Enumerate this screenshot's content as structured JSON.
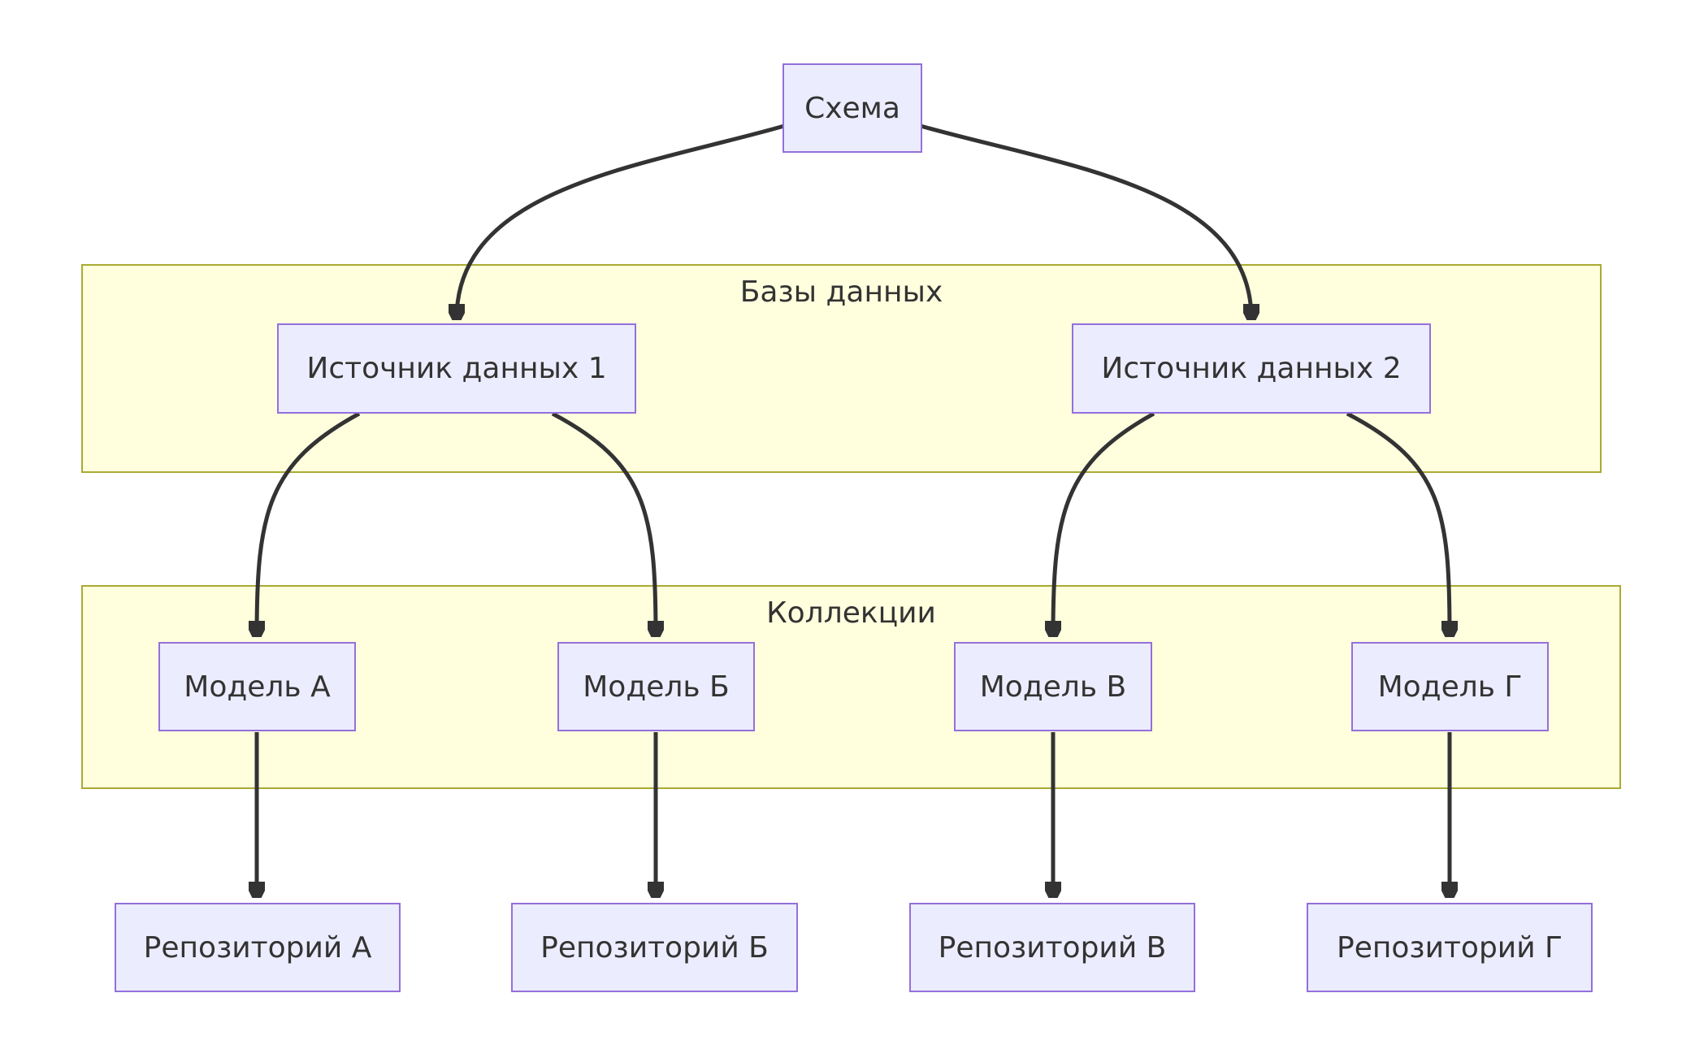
{
  "diagram": {
    "type": "flowchart",
    "clusters": [
      {
        "id": "databases",
        "label": "Базы данных"
      },
      {
        "id": "collections",
        "label": "Коллекции"
      }
    ],
    "nodes": [
      {
        "id": "schema",
        "label": "Схема"
      },
      {
        "id": "ds1",
        "label": "Источник данных 1"
      },
      {
        "id": "ds2",
        "label": "Источник данных 2"
      },
      {
        "id": "modelA",
        "label": "Модель А"
      },
      {
        "id": "modelB",
        "label": "Модель Б"
      },
      {
        "id": "modelC",
        "label": "Модель В"
      },
      {
        "id": "modelD",
        "label": "Модель Г"
      },
      {
        "id": "repoA",
        "label": "Репозиторий А"
      },
      {
        "id": "repoB",
        "label": "Репозиторий Б"
      },
      {
        "id": "repoC",
        "label": "Репозиторий В"
      },
      {
        "id": "repoD",
        "label": "Репозиторий Г"
      }
    ],
    "edges": [
      {
        "from": "schema",
        "to": "ds1"
      },
      {
        "from": "schema",
        "to": "ds2"
      },
      {
        "from": "ds1",
        "to": "modelA"
      },
      {
        "from": "ds1",
        "to": "modelB"
      },
      {
        "from": "ds2",
        "to": "modelC"
      },
      {
        "from": "ds2",
        "to": "modelD"
      },
      {
        "from": "modelA",
        "to": "repoA"
      },
      {
        "from": "modelB",
        "to": "repoB"
      },
      {
        "from": "modelC",
        "to": "repoC"
      },
      {
        "from": "modelD",
        "to": "repoD"
      }
    ],
    "colors": {
      "node_fill": "#ececff",
      "node_border": "#9370db",
      "cluster_fill": "#ffffde",
      "cluster_border": "#aaaa33",
      "edge": "#333333",
      "text": "#333333",
      "background": "#ffffff"
    }
  }
}
